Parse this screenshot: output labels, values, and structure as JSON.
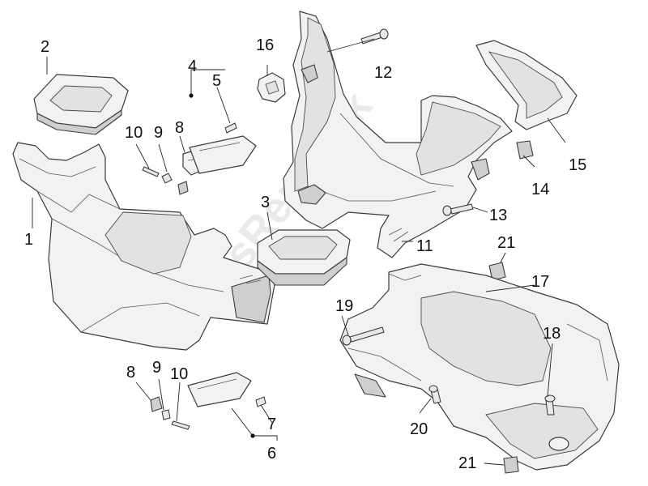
{
  "watermark": "PartsRepublik",
  "callouts": {
    "n1": "1",
    "n2": "2",
    "n3": "3",
    "n4": "4",
    "n5": "5",
    "n6": "6",
    "n7": "7",
    "n8a": "8",
    "n8b": "8",
    "n9a": "9",
    "n9b": "9",
    "n10a": "10",
    "n10b": "10",
    "n11": "11",
    "n12": "12",
    "n13": "13",
    "n14": "14",
    "n15": "15",
    "n16": "16",
    "n17": "17",
    "n18": "18",
    "n19": "19",
    "n20": "20",
    "n21a": "21",
    "n21b": "21"
  }
}
